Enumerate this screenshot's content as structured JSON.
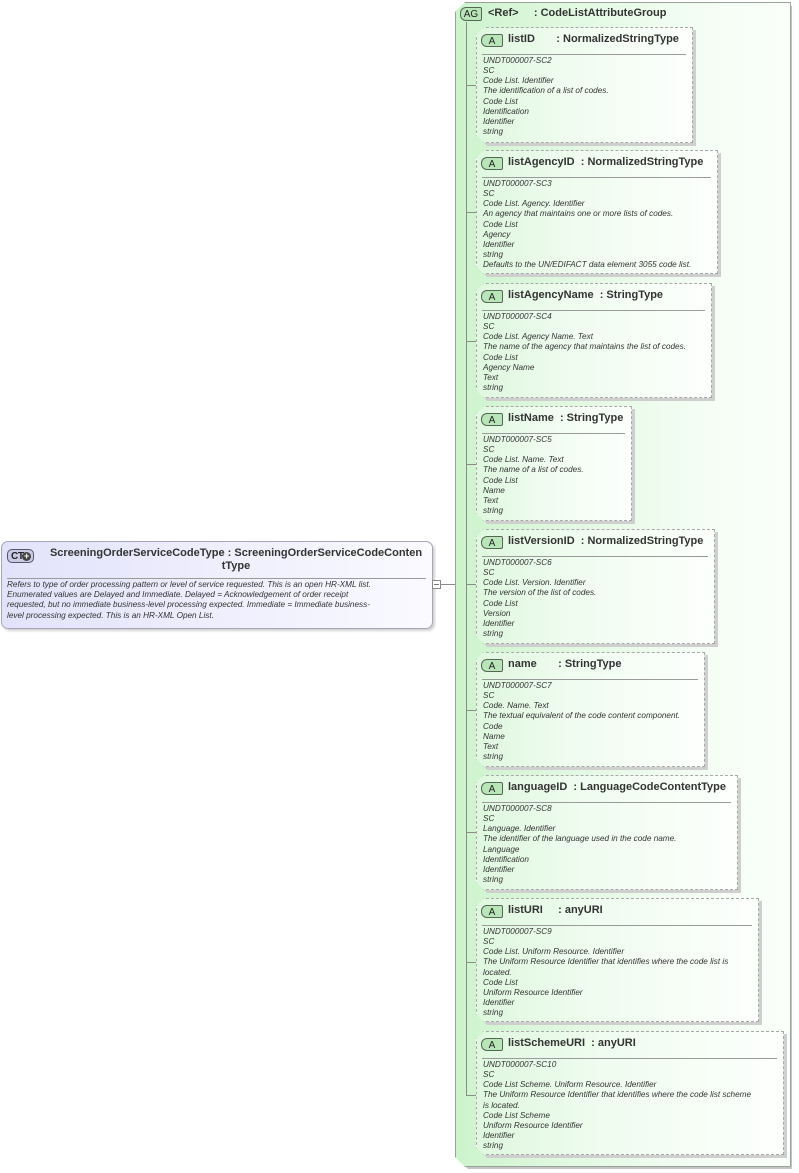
{
  "complex_type": {
    "icon": "CT",
    "icon_semantic": "complex-type-icon",
    "name": "ScreeningOrderServiceCodeType",
    "separator": ":",
    "base_type_line1": "ScreeningOrderServiceCodeConten",
    "base_type_line2": "tType",
    "documentation": [
      "Refers to type of order processing pattern or level of service requested. This is an open HR-XML list.",
      "Enumerated values are Delayed and Immediate. Delayed = Acknowledgement of order receipt",
      "requested, but no immediate business-level processing expected.  Immediate = Immediate business-",
      "level processing expected. This is an HR-XML Open List."
    ]
  },
  "attribute_group": {
    "icon": "AG",
    "icon_semantic": "attribute-group-icon",
    "title": "<Ref>     : CodeListAttributeGroup",
    "colors": {
      "fill": "#dff8df",
      "border": "#9aa39a"
    }
  },
  "attributes": [
    {
      "icon": "A",
      "title": "listID       : NormalizedStringType",
      "doc": [
        "UNDT000007-SC2",
        "SC",
        "Code List. Identifier",
        "The identification of a list of codes.",
        "Code List",
        "Identification",
        "Identifier",
        "string"
      ]
    },
    {
      "icon": "A",
      "title": "listAgencyID  : NormalizedStringType",
      "doc": [
        "UNDT000007-SC3",
        "SC",
        "Code List. Agency. Identifier",
        "An agency that maintains one or more lists of codes.",
        "Code List",
        "Agency",
        "Identifier",
        "string",
        "Defaults to the UN/EDIFACT data element 3055 code list."
      ]
    },
    {
      "icon": "A",
      "title": "listAgencyName  : StringType",
      "doc": [
        "UNDT000007-SC4",
        "SC",
        "Code List. Agency Name. Text",
        "The name of the agency that maintains the list of codes.",
        "Code List",
        "Agency Name",
        "Text",
        "string"
      ]
    },
    {
      "icon": "A",
      "title": "listName  : StringType",
      "doc": [
        "UNDT000007-SC5",
        "SC",
        "Code List. Name. Text",
        "The name of a list of codes.",
        "Code List",
        "Name",
        "Text",
        "string"
      ]
    },
    {
      "icon": "A",
      "title": "listVersionID  : NormalizedStringType",
      "doc": [
        "UNDT000007-SC6",
        "SC",
        "Code List. Version. Identifier",
        "The version of the list of codes.",
        "Code List",
        "Version",
        "Identifier",
        "string"
      ]
    },
    {
      "icon": "A",
      "title": "name       : StringType",
      "doc": [
        "UNDT000007-SC7",
        "SC",
        "Code. Name. Text",
        "The textual equivalent of the code content component.",
        "Code",
        "Name",
        "Text",
        "string"
      ]
    },
    {
      "icon": "A",
      "title": "languageID  : LanguageCodeContentType",
      "doc": [
        "UNDT000007-SC8",
        "SC",
        "Language. Identifier",
        "The identifier of the language used in the code name.",
        "Language",
        "Identification",
        "Identifier",
        "string"
      ]
    },
    {
      "icon": "A",
      "title": "listURI     : anyURI",
      "doc": [
        "UNDT000007-SC9",
        "SC",
        "Code List. Uniform Resource. Identifier",
        "The Uniform Resource Identifier that identifies where the code list is",
        "located.",
        "Code List",
        "Uniform Resource Identifier",
        "Identifier",
        "string"
      ]
    },
    {
      "icon": "A",
      "title": "listSchemeURI  : anyURI",
      "doc": [
        "UNDT000007-SC10",
        "SC",
        "Code List Scheme. Uniform Resource. Identifier",
        "The Uniform Resource Identifier that identifies where the code list scheme",
        "is located.",
        "Code List Scheme",
        "Uniform Resource Identifier",
        "Identifier",
        "string"
      ]
    }
  ]
}
